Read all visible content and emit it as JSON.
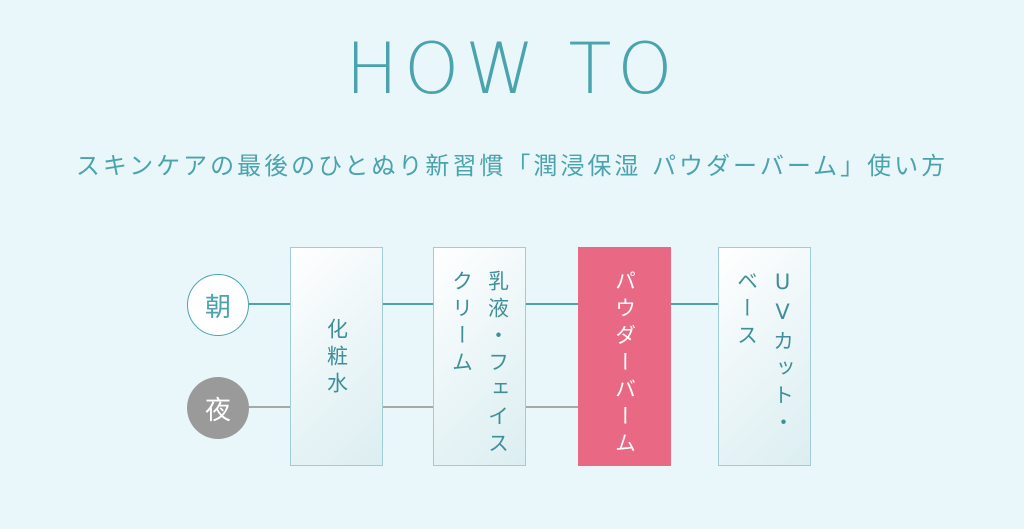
{
  "title": "HOW TO",
  "subtitle": "スキンケアの最後のひとぬり新習慣「潤浸保湿 パウダーバーム」使い方",
  "times": {
    "morning": "朝",
    "night": "夜"
  },
  "steps": [
    {
      "lines": [
        "化粧水"
      ]
    },
    {
      "lines": [
        "乳液・フェイス",
        "クリーム"
      ]
    },
    {
      "lines": [
        "パウダーバーム"
      ]
    },
    {
      "lines": [
        "UVカット・",
        "ベース"
      ]
    }
  ],
  "colors": {
    "accent": "#e96883",
    "teal": "#4aa3ad",
    "night_gray": "#9a9a9a",
    "background": "#e9f7fa"
  }
}
